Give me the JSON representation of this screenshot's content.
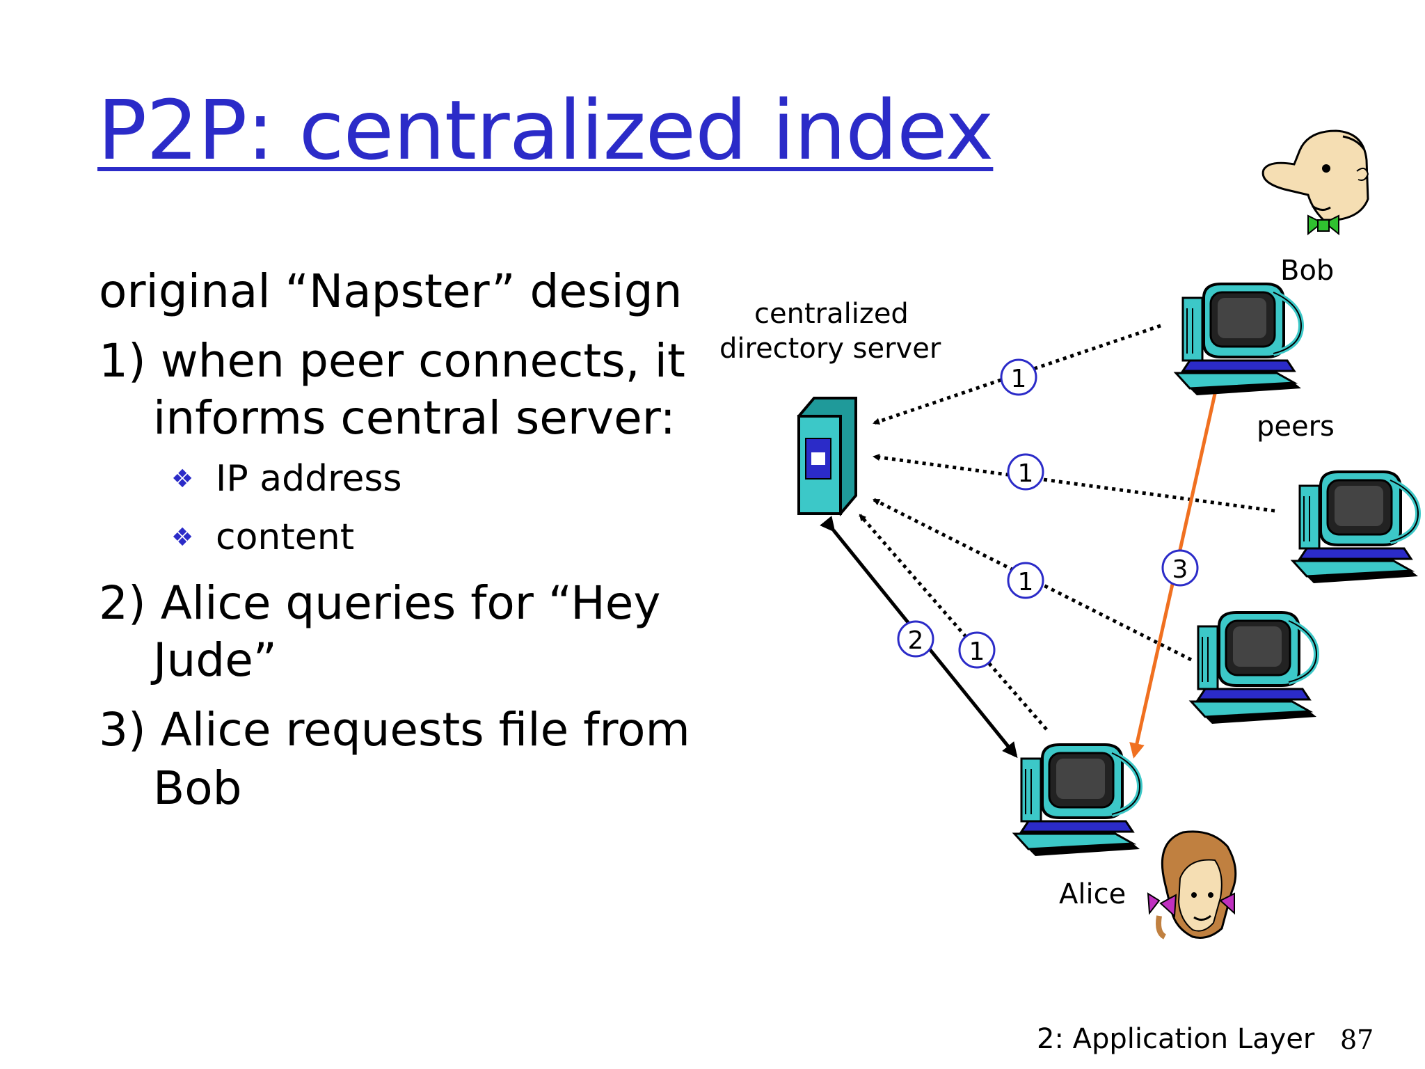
{
  "slide": {
    "title": "P2P: centralized index",
    "lines": [
      "original “Napster” design",
      "1) when peer connects, it",
      "informs central server:",
      "IP address",
      "content",
      "2) Alice queries for “Hey",
      "Jude”",
      "3) Alice requests file from",
      "Bob"
    ],
    "footer": "2: Application Layer",
    "page_number": "87"
  },
  "diagram": {
    "server_label_line1": "centralized",
    "server_label_line2": "directory server",
    "bob_label": "Bob",
    "peers_label": "peers",
    "alice_label": "Alice",
    "step_labels": [
      "1",
      "1",
      "1",
      "1",
      "2",
      "3"
    ],
    "colors": {
      "title": "#2b2bc8",
      "server": "#3cc8c8",
      "arrow_3": "#f07020",
      "circle_stroke": "#2b2bc8"
    }
  }
}
